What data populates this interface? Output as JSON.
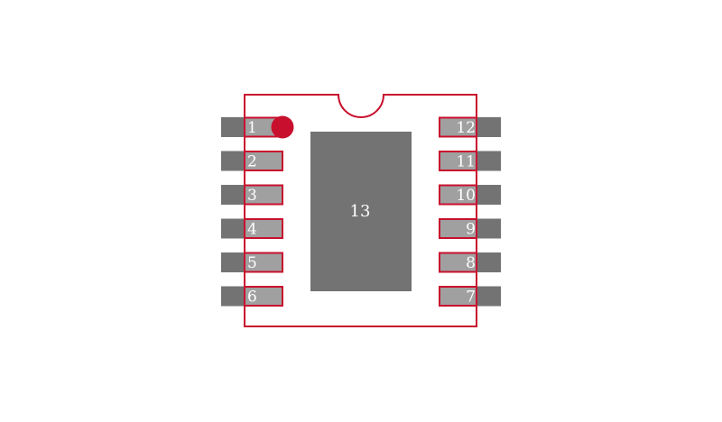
{
  "footprint": {
    "outline_color": "#c8102e",
    "pad_color": "#737373",
    "pad_inner_color": "#a0a0a0",
    "pin1_marker_color": "#c8102e",
    "left_pins": [
      "1",
      "2",
      "3",
      "4",
      "5",
      "6"
    ],
    "right_pins": [
      "12",
      "11",
      "10",
      "9",
      "8",
      "7"
    ],
    "thermal_pad_label": "13"
  }
}
